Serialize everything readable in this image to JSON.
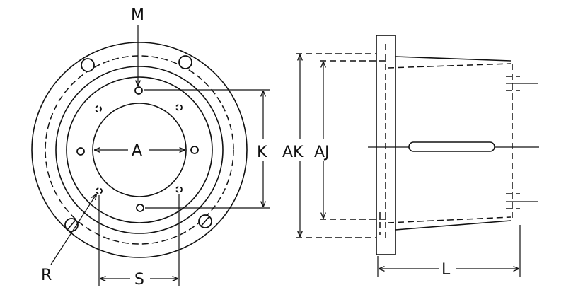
{
  "labels": {
    "A": "A",
    "M": "M",
    "K": "K",
    "AK": "AK",
    "AJ": "AJ",
    "R": "R",
    "S": "S",
    "L": "L"
  }
}
